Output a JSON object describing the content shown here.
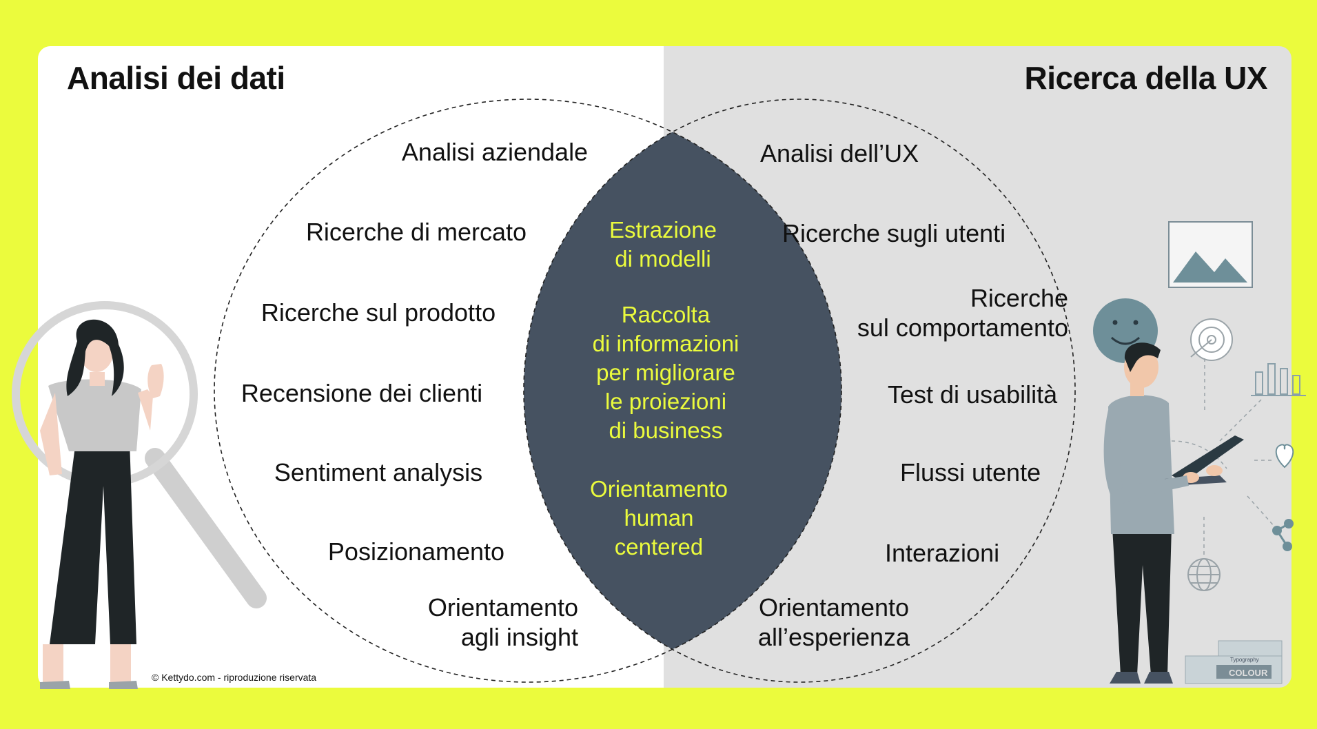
{
  "titles": {
    "left": "Analisi dei dati",
    "right": "Ricerca della UX"
  },
  "left_items": [
    "Analisi aziendale",
    "Ricerche di mercato",
    "Ricerche sul prodotto",
    "Recensione dei clienti",
    "Sentiment analysis",
    "Posizionamento",
    "Orientamento\nagli insight"
  ],
  "right_items": [
    "Analisi dell’UX",
    "Ricerche sugli utenti",
    "Ricerche\nsul comportamento",
    "Test di usabilità",
    "Flussi utente",
    "Interazioni",
    "Orientamento\nall’esperienza"
  ],
  "overlap_items": [
    "Estrazione\ndi modelli",
    "Raccolta\ndi informazioni\nper migliorare\nle proiezioni\ndi business",
    "Orientamento\nhuman\ncentered"
  ],
  "illustration_texts": {
    "book_top": "Typography",
    "book_bottom": "COLOUR"
  },
  "copyright": "© Kettydo.com - riproduzione riservata",
  "colors": {
    "background": "#ebfb3d",
    "left_panel": "#ffffff",
    "right_panel": "#e0e0e0",
    "intersection": "#465261",
    "intersection_text": "#ebfb3d"
  }
}
